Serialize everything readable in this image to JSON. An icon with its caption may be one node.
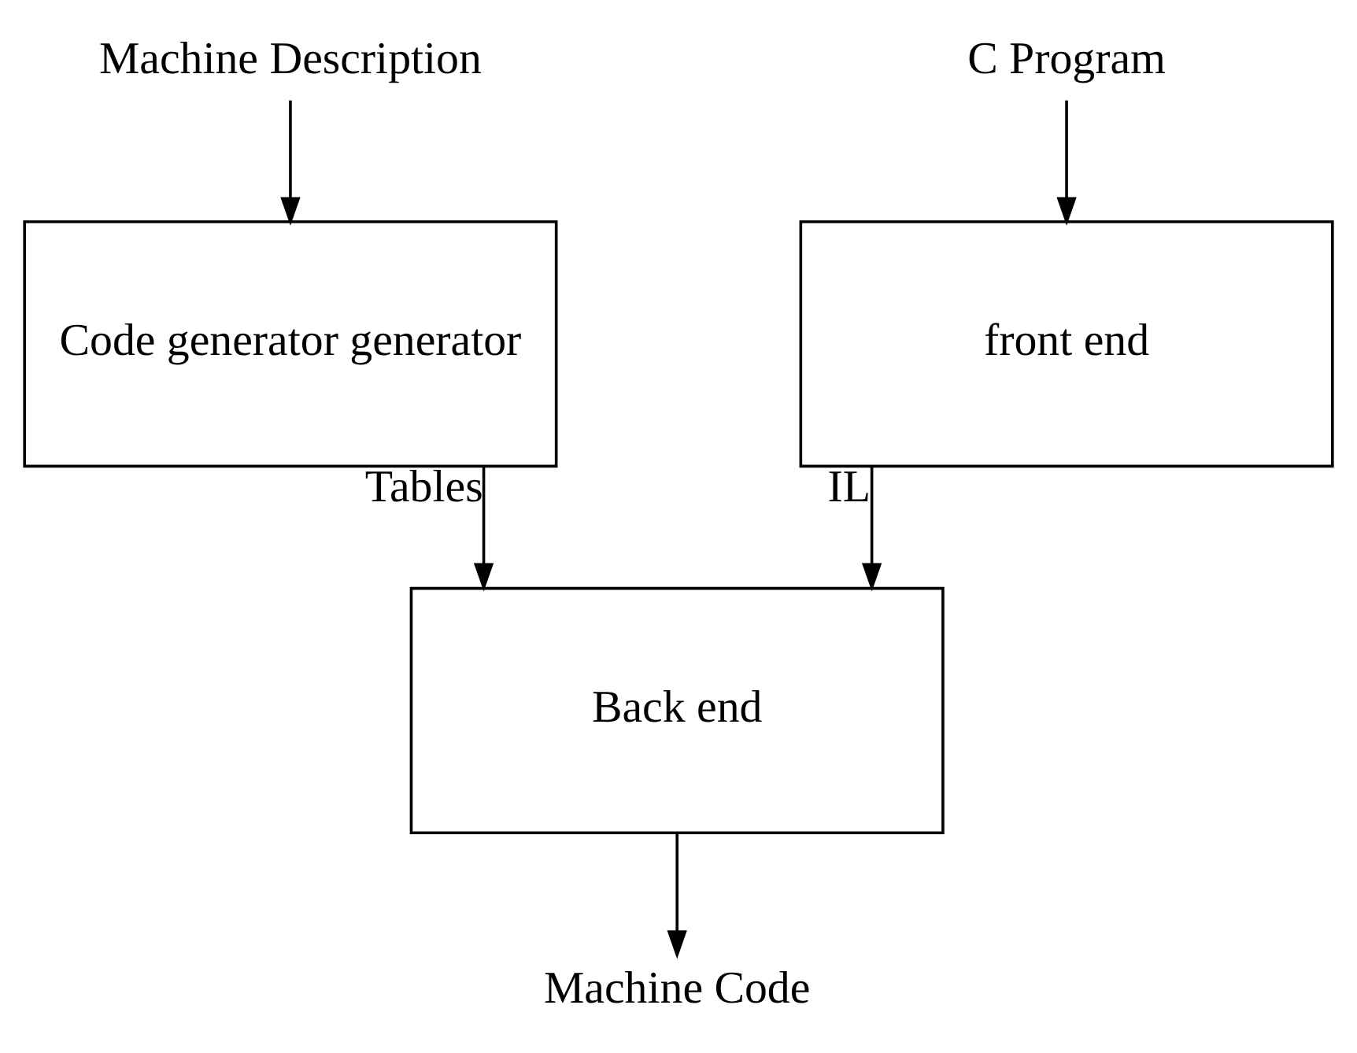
{
  "diagram": {
    "nodes": [
      {
        "text": [
          "Machine Description"
        ]
      },
      {
        "text": [
          "Code generator generator"
        ]
      },
      {
        "text": [
          "C Program"
        ]
      },
      {
        "text": [
          "front end"
        ]
      },
      {
        "text": [
          "Back end"
        ]
      },
      {
        "text": [
          "Machine Code"
        ]
      }
    ],
    "edges": [
      {
        "from": 0,
        "to": 1,
        "arrow": "to"
      },
      {
        "from": 2,
        "to": 3,
        "arrow": "to"
      },
      {
        "from": 3,
        "to": 4,
        "arrow": "to",
        "label": "IL"
      },
      {
        "from": 1,
        "to": 4,
        "arrow": "to",
        "label": "Tables"
      },
      {
        "from": 4,
        "to": 5,
        "arrow": "to"
      }
    ]
  }
}
